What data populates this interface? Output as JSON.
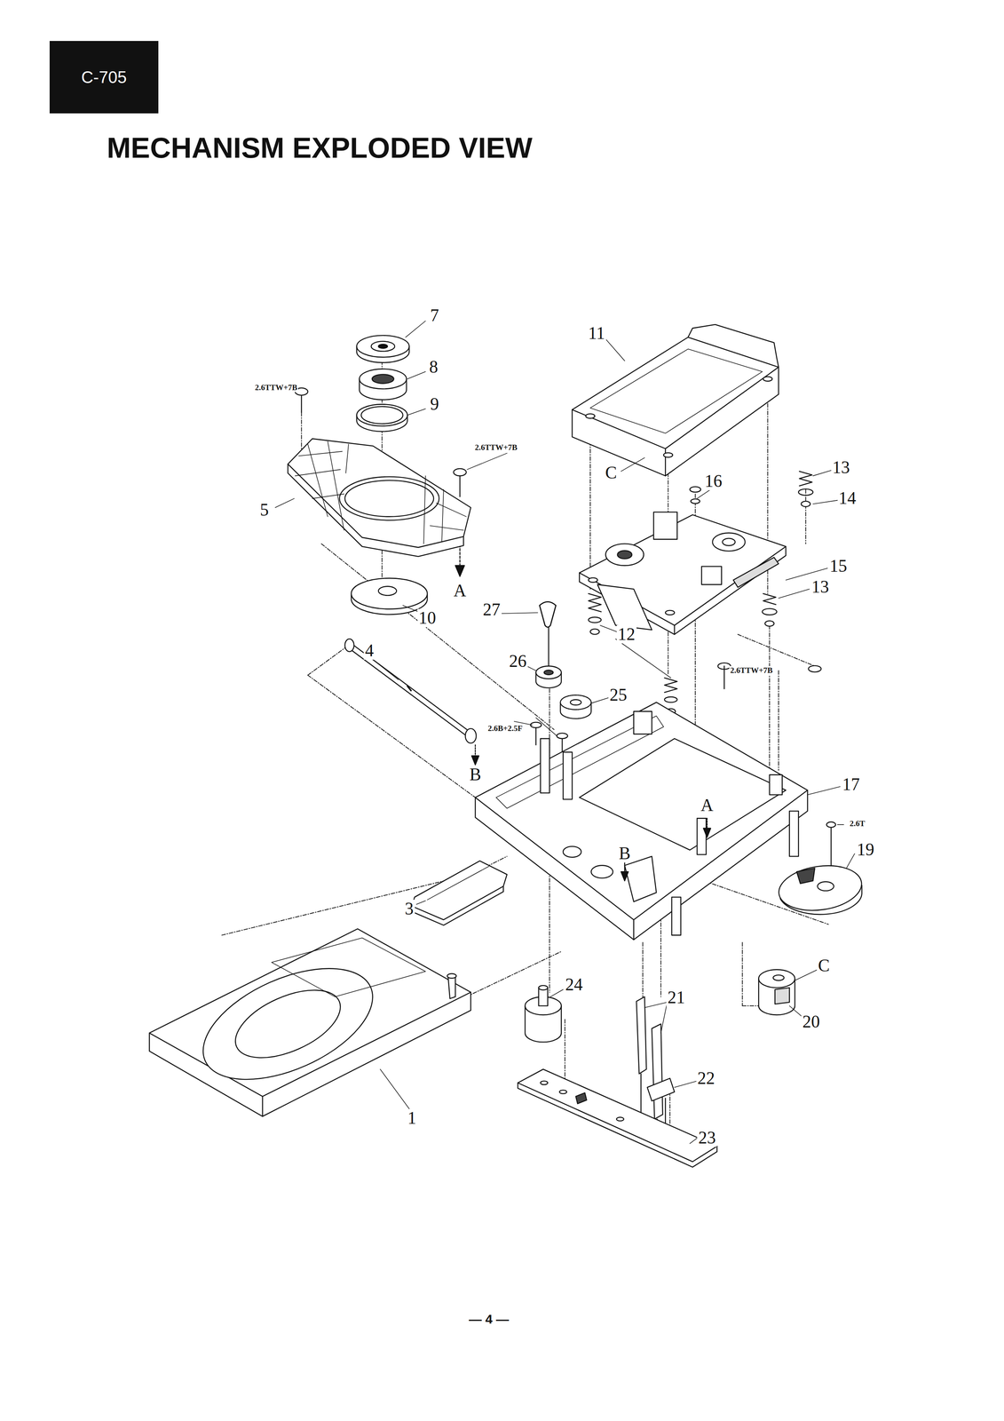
{
  "diagram": {
    "title": "MECHANISM EXPLODED VIEW",
    "nodes": [
      {
        "text": [
          "C-705"
        ]
      }
    ],
    "labels": [
      "7",
      "8",
      "9",
      "2.6TTW+7B",
      "2.6TTW+7B",
      "5",
      "A",
      "10",
      "11",
      "C",
      "16",
      "13",
      "14",
      "15",
      "13",
      "27",
      "12",
      "26",
      "2.6TTW+7B",
      "4",
      "25",
      "2.6B+2.5F",
      "B",
      "A",
      "2.6T",
      "17",
      "19",
      "B",
      "3",
      "C",
      "24",
      "21",
      "20",
      "22",
      "1",
      "23",
      "— 4 —"
    ]
  }
}
